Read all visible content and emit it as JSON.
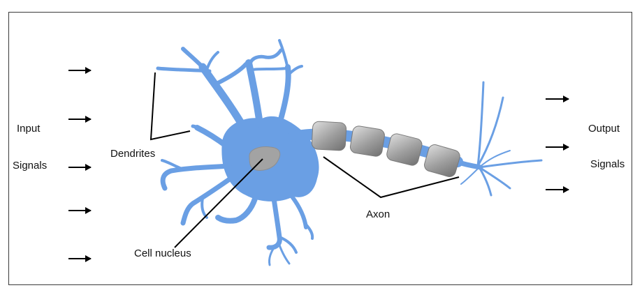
{
  "labels": {
    "input_line1": "Input",
    "input_line2": "Signals",
    "output_line1": "Output",
    "output_line2": "Signals",
    "dendrites": "Dendrites",
    "cell_nucleus": "Cell nucleus",
    "axon": "Axon"
  },
  "colors": {
    "neuron": "#6a9fe4",
    "myelin_sheath": "#8a8a8a",
    "nucleus": "#a3a3a3",
    "arrow": "#000000",
    "pointer_line": "#000000"
  },
  "icons": {
    "input_arrow": "right-arrow-icon",
    "output_arrow": "right-arrow-icon"
  }
}
